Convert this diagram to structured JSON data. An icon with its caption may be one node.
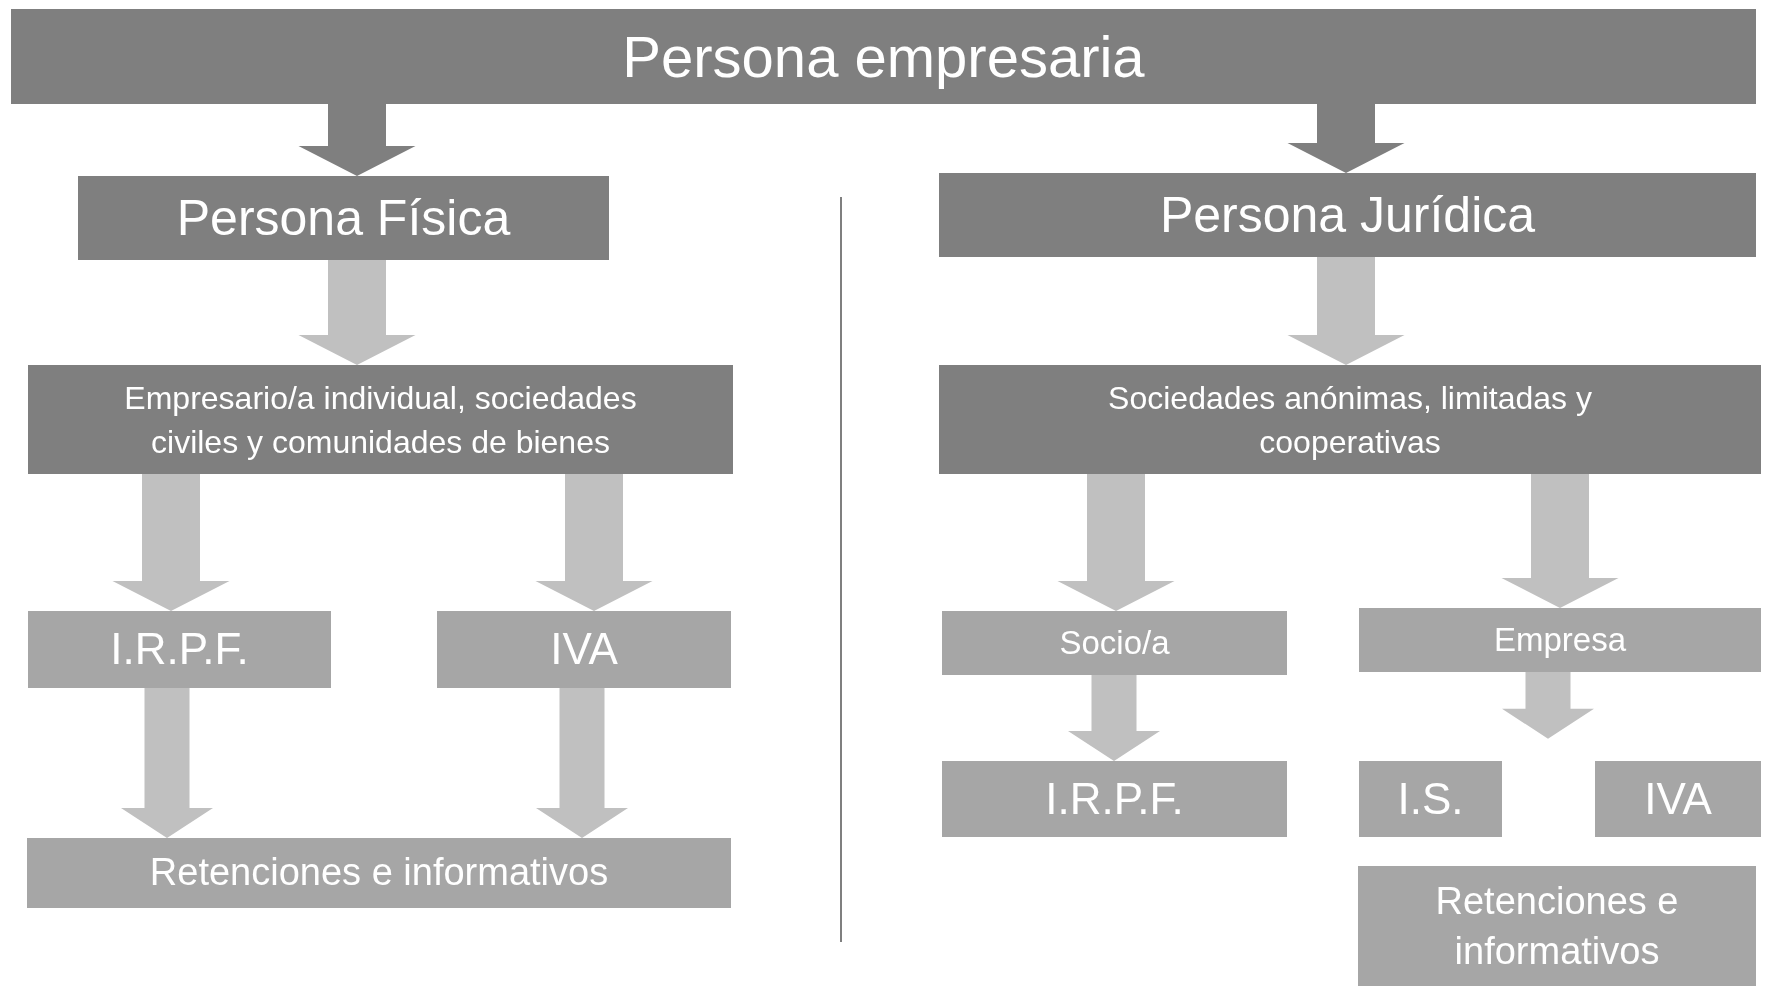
{
  "diagram": {
    "nodes": [
      {
        "text": [
          "Persona empresaria"
        ]
      },
      {
        "text": [
          "Persona Física"
        ]
      },
      {
        "text": [
          "Persona Jurídica"
        ]
      },
      {
        "text": [
          "Empresario/a individual, sociedades civiles y comunidades de bienes"
        ]
      },
      {
        "text": [
          "Sociedades anónimas, limitadas y cooperativas"
        ]
      },
      {
        "text": [
          "I.R.P.F."
        ]
      },
      {
        "text": [
          "IVA"
        ]
      },
      {
        "text": [
          "Retenciones e informativos"
        ]
      },
      {
        "text": [
          "Socio/a"
        ]
      },
      {
        "text": [
          "Empresa"
        ]
      },
      {
        "text": [
          "I.R.P.F."
        ]
      },
      {
        "text": [
          "I.S."
        ]
      },
      {
        "text": [
          "IVA"
        ]
      },
      {
        "text": [
          "Retenciones e informativos"
        ]
      }
    ],
    "edges": [
      {
        "from": 0,
        "to": 1,
        "arrow": "to",
        "style": "thick",
        "color": "#7f7f7f"
      },
      {
        "from": 0,
        "to": 2,
        "arrow": "to",
        "style": "thick",
        "color": "#7f7f7f"
      },
      {
        "from": 1,
        "to": 3,
        "arrow": "to",
        "style": "thick"
      },
      {
        "from": 2,
        "to": 4,
        "arrow": "to",
        "style": "thick"
      },
      {
        "from": 3,
        "to": 5,
        "arrow": "to",
        "style": "thick"
      },
      {
        "from": 3,
        "to": 6,
        "arrow": "to",
        "style": "thick"
      },
      {
        "from": 4,
        "to": 8,
        "arrow": "to",
        "style": "thick"
      },
      {
        "from": 4,
        "to": 9,
        "arrow": "to",
        "style": "thick"
      },
      {
        "from": 5,
        "to": 7,
        "arrow": "to",
        "style": "thick"
      },
      {
        "from": 6,
        "to": 7,
        "arrow": "to",
        "style": "thick"
      },
      {
        "from": 8,
        "to": 10,
        "arrow": "to",
        "style": "thick"
      },
      {
        "from": 9,
        "to": 11,
        "arrow": "to",
        "style": "thick"
      },
      {
        "from": 9,
        "to": 12,
        "arrow": "to",
        "style": "thick"
      }
    ]
  }
}
